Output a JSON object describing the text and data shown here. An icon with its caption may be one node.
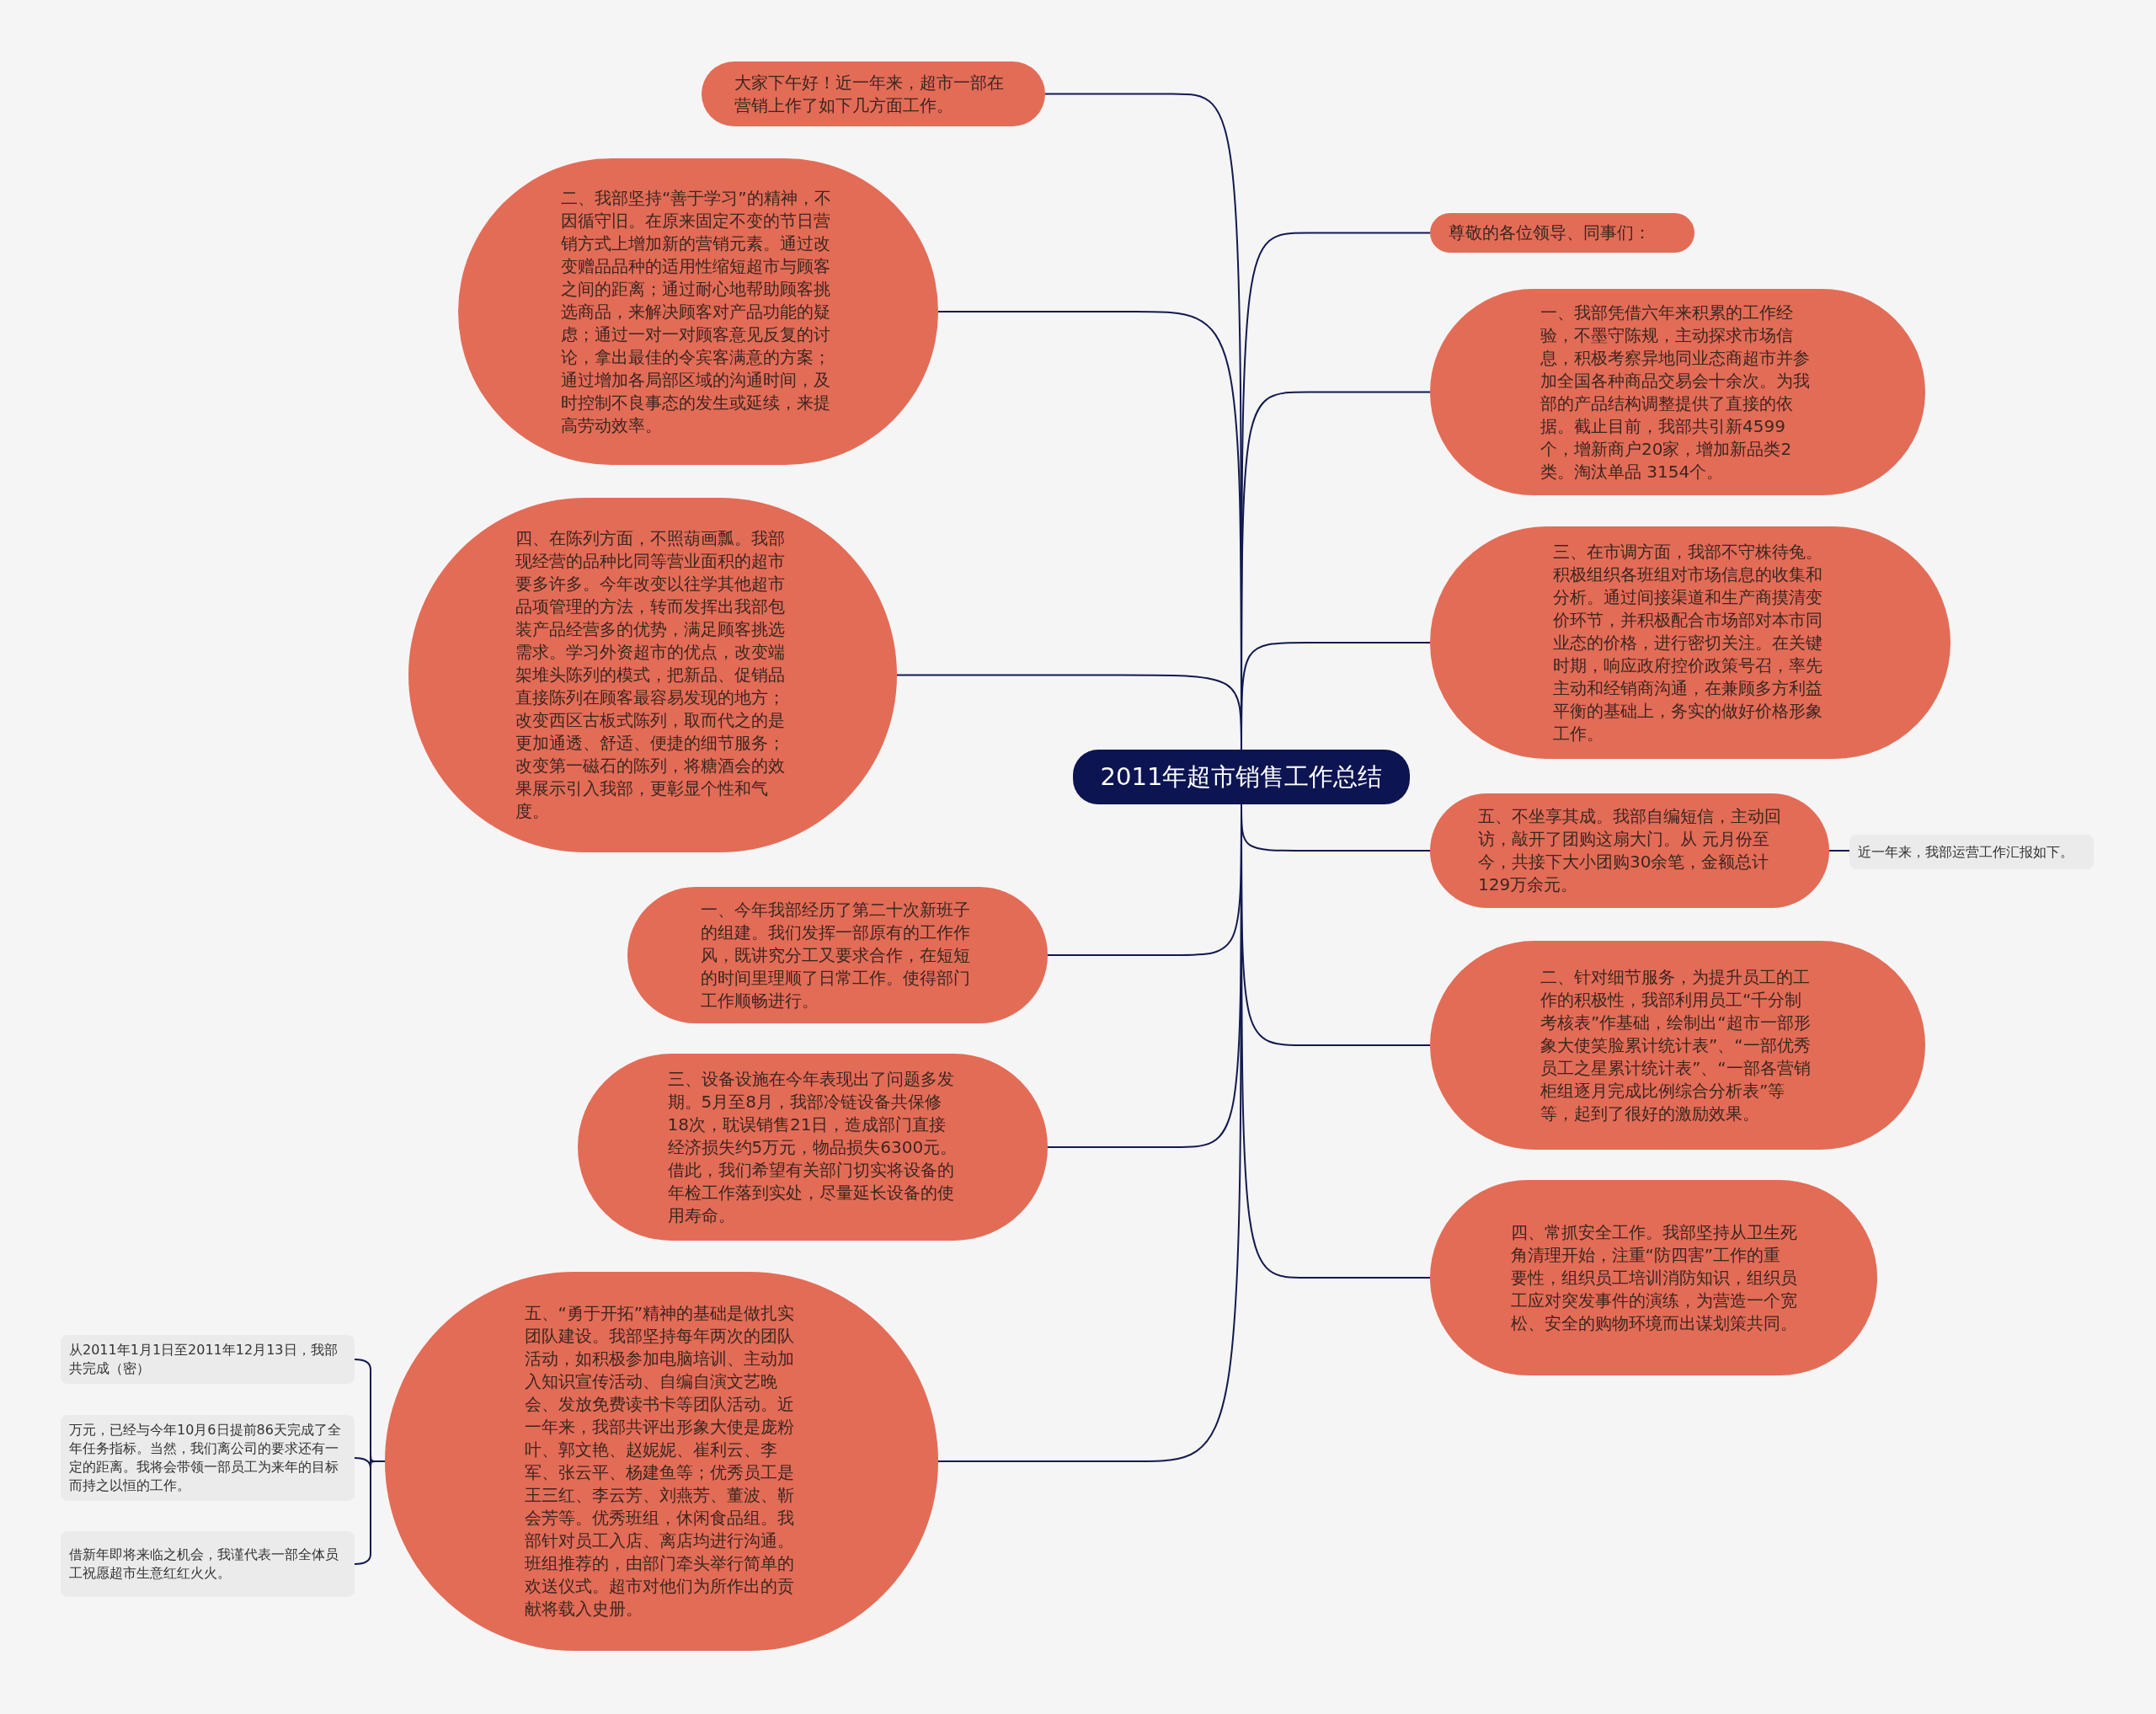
{
  "diagram": {
    "nodes": [
      {
        "text": [
          "2011年超市销售工作总结"
        ]
      },
      {
        "text": [
          "大家下午好！近一年来，超市一部在营销上作了如下几方面工作。"
        ]
      },
      {
        "text": [
          "二、我部坚持“善于学习”的精神，不因循守旧。在原来固定不变的节日营销方式上增加新的营销元素。通过改变赠品品种的适用性缩短超市与顾客之间的距离；通过耐心地帮助顾客挑选商品，来解决顾客对产品功能的疑虑；通过一对一对顾客意见反复的讨论，拿出最佳的令宾客满意的方案；通过增加各局部区域的沟通时间，及时控制不良事态的发生或延续，来提高劳动效率。"
        ]
      },
      {
        "text": [
          "四、在陈列方面，不照葫画瓢。我部现经营的品种比同等营业面积的超市要多许多。今年改变以往学其他超市品项管理的方法，转而发挥出我部包装产品经营多的优势，满足顾客挑选需求。学习外资超市的优点，改变端架堆头陈列的模式，把新品、促销品直接陈列在顾客最容易发现的地方；改变西区古板式陈列，取而代之的是更加通透、舒适、便捷的细节服务；改变第一磁石的陈列，将糖酒会的效果展示引入我部，更彰显个性和气度。"
        ]
      },
      {
        "text": [
          "一、今年我部经历了第二十次新班子的组建。我们发挥一部原有的工作作风，既讲究分工又要求合作，在短短的时间里理顺了日常工作。使得部门工作顺畅进行。"
        ]
      },
      {
        "text": [
          "三、设备设施在今年表现出了问题多发期。5月至8月，我部冷链设备共保修18次，耽误销售21日，造成部门直接经济损失约5万元，物品损失6300元。借此，我们希望有关部门切实将设备的年检工作落到实处，尽量延长设备的使用寿命。"
        ]
      },
      {
        "text": [
          "五、“勇于开拓”精神的基础是做扎实团队建设。我部坚持每年两次的团队活动，如积极参加电脑培训、主动加入知识宣传活动、自编自演文艺晚会、发放免费读书卡等团队活动。近一年来，我部共评出形象大使是庞粉叶、郭文艳、赵妮妮、崔利云、李军、张云平、杨建鱼等；优秀员工是王三红、李云芳、刘燕芳、董波、靳会芳等。优秀班组，休闲食品组。我部针对员工入店、离店均进行沟通。班组推荐的，由部门牵头举行简单的欢送仪式。超市对他们为所作出的贡献将载入史册。"
        ]
      },
      {
        "text": [
          "尊敬的各位领导、同事们："
        ]
      },
      {
        "text": [
          "一、我部凭借六年来积累的工作经验，不墨守陈规，主动探求市场信息，积极考察异地同业态商超市并参加全国各种商品交易会十余次。为我部的产品结构调整提供了直接的依据。截止目前，我部共引新4599个，增新商户20家，增加新品类2类。淘汰单品 3154个。"
        ]
      },
      {
        "text": [
          "三、在市调方面，我部不守株待兔。积极组织各班组对市场信息的收集和分析。通过间接渠道和生产商摸清变价环节，并积极配合市场部对本市同业态的价格，进行密切关注。在关键时期，响应政府控价政策号召，率先主动和经销商沟通，在兼顾多方利益平衡的基础上，务实的做好价格形象工作。"
        ]
      },
      {
        "text": [
          "五、不坐享其成。我部自编短信，主动回访，敲开了团购这扇大门。从 元月份至今，共接下大小团购30余笔，金额总计129万余元。"
        ]
      },
      {
        "text": [
          "近一年来，我部运营工作汇报如下。"
        ]
      },
      {
        "text": [
          "二、针对细节服务，为提升员工的工作的积极性，我部利用员工“千分制考核表”作基础，绘制出“超市一部形象大使笑脸累计统计表”、“一部优秀员工之星累计统计表”、“一部各营销柜组逐月完成比例综合分析表”等等，起到了很好的激励效果。"
        ]
      },
      {
        "text": [
          "四、常抓安全工作。我部坚持从卫生死角清理开始，注重“防四害”工作的重要性，组织员工培训消防知识，组织员工应对突发事件的演练，为营造一个宽松、安全的购物环境而出谋划策共同。"
        ]
      },
      {
        "text": [
          "从2011年1月1日至2011年12月13日，我部共完成（密）"
        ]
      },
      {
        "text": [
          "万元，已经与今年10月6日提前86天完成了全年任务指标。当然，我们离公司的要求还有一定的距离。我将会带领一部员工为来年的目标而持之以恒的工作。"
        ]
      },
      {
        "text": [
          "借新年即将来临之机会，我谨代表一部全体员工祝愿超市生意红红火火。"
        ]
      }
    ],
    "edges": [
      {
        "from": 0,
        "to": 1,
        "arrow": "none"
      },
      {
        "from": 0,
        "to": 2,
        "arrow": "none"
      },
      {
        "from": 0,
        "to": 3,
        "arrow": "none"
      },
      {
        "from": 0,
        "to": 4,
        "arrow": "none"
      },
      {
        "from": 0,
        "to": 5,
        "arrow": "none"
      },
      {
        "from": 0,
        "to": 6,
        "arrow": "none"
      },
      {
        "from": 0,
        "to": 7,
        "arrow": "none"
      },
      {
        "from": 0,
        "to": 8,
        "arrow": "none"
      },
      {
        "from": 0,
        "to": 9,
        "arrow": "none"
      },
      {
        "from": 0,
        "to": 10,
        "arrow": "none"
      },
      {
        "from": 0,
        "to": 12,
        "arrow": "none"
      },
      {
        "from": 0,
        "to": 13,
        "arrow": "none"
      },
      {
        "from": 10,
        "to": 11,
        "arrow": "none"
      },
      {
        "from": 6,
        "to": 14,
        "arrow": "none"
      },
      {
        "from": 6,
        "to": 15,
        "arrow": "none"
      },
      {
        "from": 6,
        "to": 16,
        "arrow": "none"
      }
    ]
  }
}
